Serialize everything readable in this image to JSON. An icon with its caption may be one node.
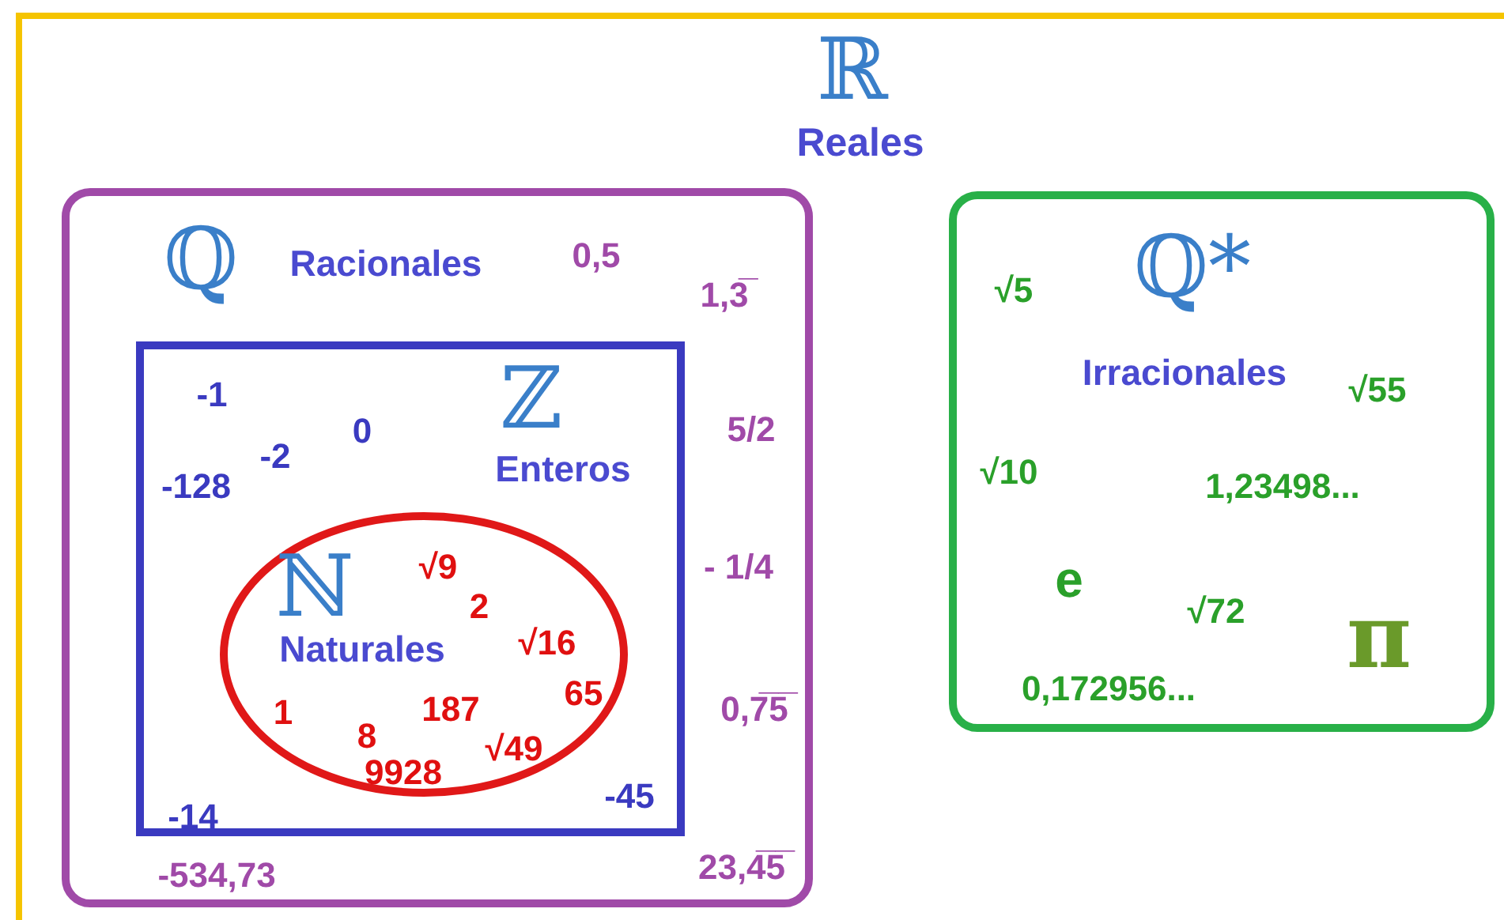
{
  "diagram": {
    "nodes": [
      {
        "text": [
          "ℝ",
          "Reales"
        ]
      },
      {
        "text": [
          "ℚ",
          "Racionales",
          "0,5",
          "1,3̅",
          "5/2",
          "- 1/4",
          "0,7̅5̅",
          "-534,73",
          "23,4̅5̅"
        ],
        "in": 0
      },
      {
        "text": [
          "ℤ",
          "Enteros",
          "-1",
          "0",
          "-2",
          "-128",
          "-14",
          "-45"
        ],
        "in": 1
      },
      {
        "text": [
          "ℕ",
          "Naturales",
          "√9",
          "2",
          "√16",
          "65",
          "1",
          "8",
          "187",
          "√49",
          "9928"
        ],
        "in": 2
      },
      {
        "text": [
          "ℚ*",
          "Irracionales",
          "√5",
          "√55",
          "√10",
          "1,23498...",
          "e",
          "√72",
          "π",
          "0,172956..."
        ],
        "in": 0
      }
    ]
  }
}
